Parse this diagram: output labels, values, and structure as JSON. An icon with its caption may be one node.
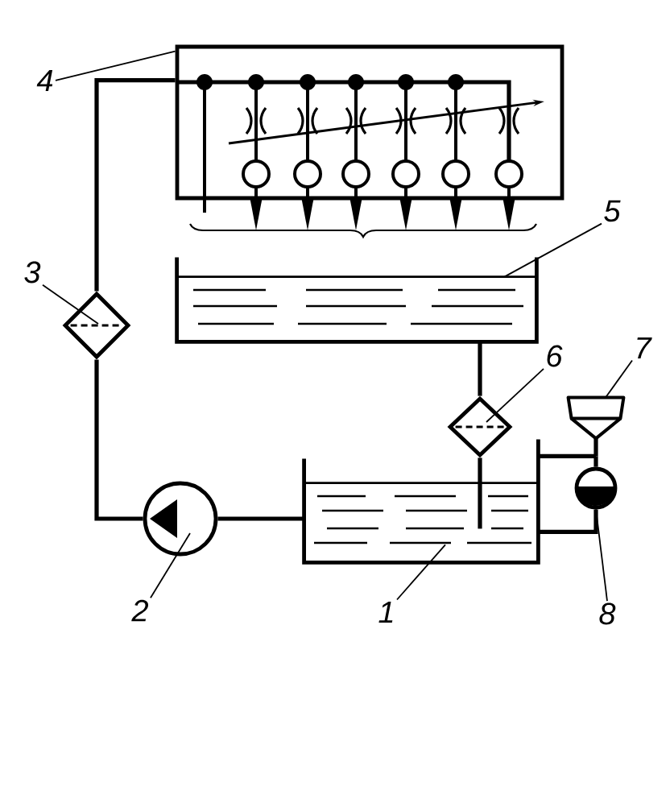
{
  "diagram": {
    "nodes": [
      {
        "text": [],
        "shape": "box"
      },
      {
        "text": [],
        "shape": "tank"
      },
      {
        "text": [],
        "shape": "diamond"
      },
      {
        "text": [],
        "shape": "diamond"
      },
      {
        "text": [],
        "shape": "funnel"
      },
      {
        "text": [],
        "shape": "circle"
      },
      {
        "text": [],
        "shape": "tank"
      },
      {
        "text": [],
        "shape": "circle"
      },
      {
        "text": [
          "4"
        ]
      },
      {
        "text": [
          "5"
        ]
      },
      {
        "text": [
          "3"
        ]
      },
      {
        "text": [
          "6"
        ]
      },
      {
        "text": [
          "7"
        ]
      },
      {
        "text": [
          "2"
        ]
      },
      {
        "text": [
          "1"
        ]
      },
      {
        "text": [
          "8"
        ]
      }
    ],
    "edges": [
      {
        "from": 2,
        "to": 0,
        "arrow": "none",
        "style": "thick"
      },
      {
        "from": 5,
        "to": 2,
        "arrow": "none",
        "style": "thick"
      },
      {
        "from": 6,
        "to": 5,
        "arrow": "none",
        "style": "thick"
      },
      {
        "from": 1,
        "to": 3,
        "arrow": "none",
        "style": "thick"
      },
      {
        "from": 3,
        "to": 6,
        "arrow": "none",
        "style": "thick"
      },
      {
        "from": 4,
        "to": 7,
        "arrow": "none",
        "style": "thick"
      },
      {
        "from": 4,
        "to": 6,
        "arrow": "none",
        "style": "thick"
      },
      {
        "from": 7,
        "to": 6,
        "arrow": "none",
        "style": "thick"
      },
      {
        "from": 8,
        "to": 0,
        "arrow": "none"
      },
      {
        "from": 9,
        "to": 1,
        "arrow": "none"
      },
      {
        "from": 10,
        "to": 2,
        "arrow": "none"
      },
      {
        "from": 11,
        "to": 3,
        "arrow": "none"
      },
      {
        "from": 12,
        "to": 4,
        "arrow": "none"
      },
      {
        "from": 13,
        "to": 5,
        "arrow": "none"
      },
      {
        "from": 14,
        "to": 6,
        "arrow": "none"
      },
      {
        "from": 15,
        "to": 7,
        "arrow": "none"
      }
    ]
  }
}
